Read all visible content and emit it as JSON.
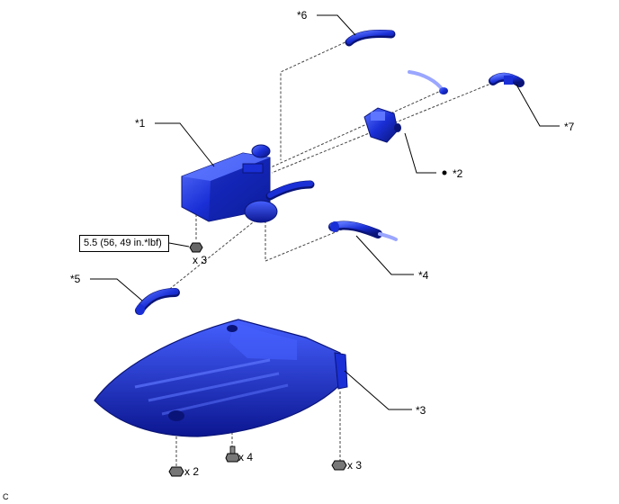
{
  "diagram": {
    "part_labels": {
      "p1": "*1",
      "p2": "*2",
      "p3": "*3",
      "p4": "*4",
      "p5": "*5",
      "p6": "*6",
      "p7": "*7"
    },
    "torque_spec": "5.5 (56, 49 in.*lbf)",
    "quantities": {
      "nut_canister": "x 3",
      "clip_left": "x 2",
      "bolt_center": "x 4",
      "nut_right": "x 3"
    },
    "corner_mark": "C",
    "colors": {
      "part_blue": "#1a2fd6",
      "part_dark": "#0a1478",
      "part_light": "#5d75ff"
    }
  }
}
